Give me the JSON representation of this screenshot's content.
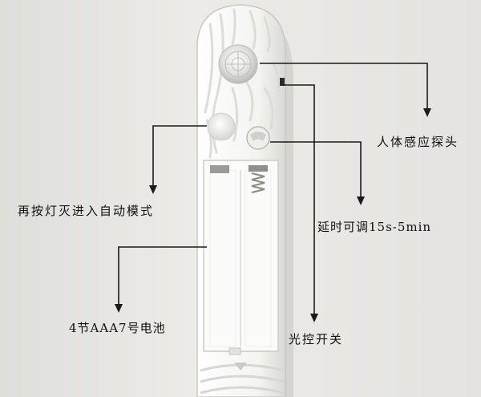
{
  "labels": {
    "sensor_head": "人体感应探头",
    "auto_mode": "再按灯灭进入自动模式",
    "delay_adjust": "延时可调15s-5min",
    "battery": "4节AAA7号电池",
    "light_switch": "光控开关"
  },
  "colors": {
    "background": "#e9e9e6",
    "device_body": "#f5f5f2",
    "line": "#1a1a1a",
    "text": "#111111"
  }
}
